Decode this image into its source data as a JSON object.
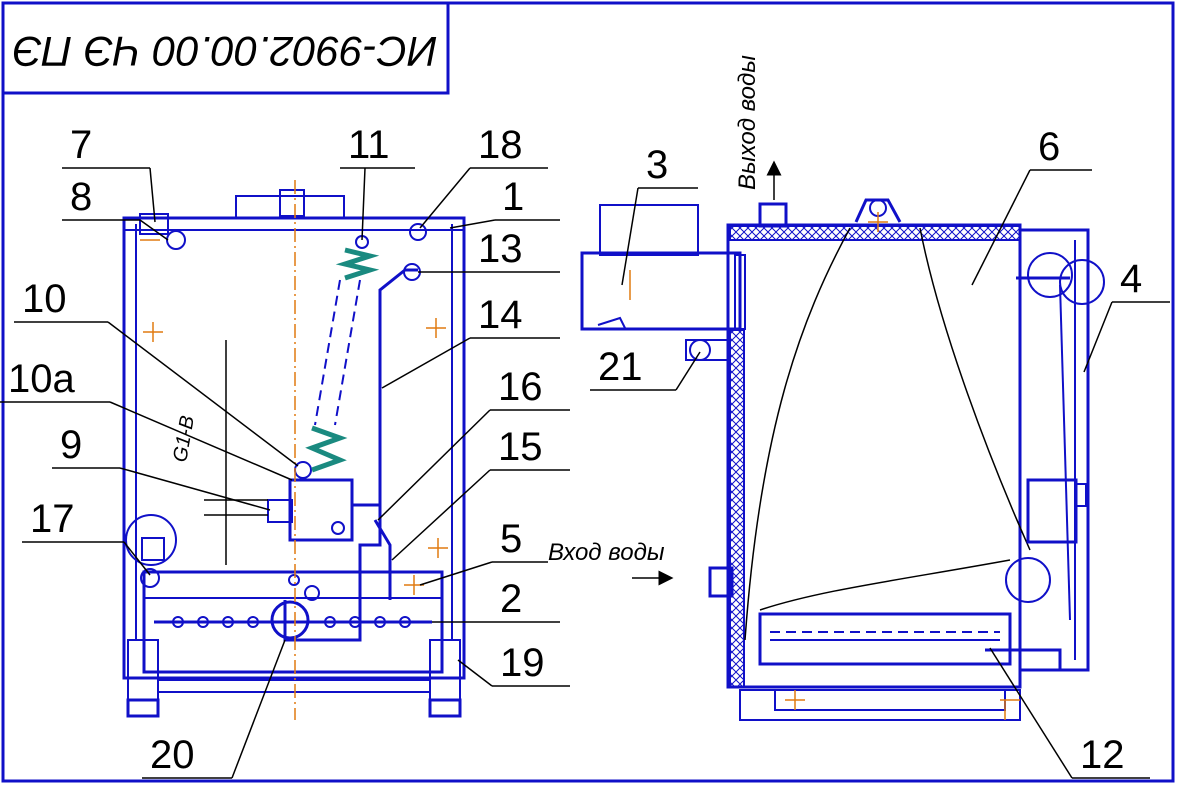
{
  "drawing_code": "ИС-9902.00.00 ЧЭ ПЭ",
  "section_mark": "G1-B",
  "flow_labels": {
    "water_out": "Выход воды",
    "water_in": "Вход воды"
  },
  "callouts": {
    "c1": "1",
    "c2": "2",
    "c3": "3",
    "c4": "4",
    "c5": "5",
    "c6": "6",
    "c7": "7",
    "c8": "8",
    "c9": "9",
    "c10": "10",
    "c10a": "10a",
    "c11": "11",
    "c12": "12",
    "c13": "13",
    "c14": "14",
    "c15": "15",
    "c16": "16",
    "c17": "17",
    "c18": "18",
    "c19": "19",
    "c20": "20",
    "c21": "21"
  },
  "colors": {
    "outline": "#1010c8",
    "axis": "#e07a10",
    "spring": "#1a8a80",
    "text": "#000000"
  }
}
